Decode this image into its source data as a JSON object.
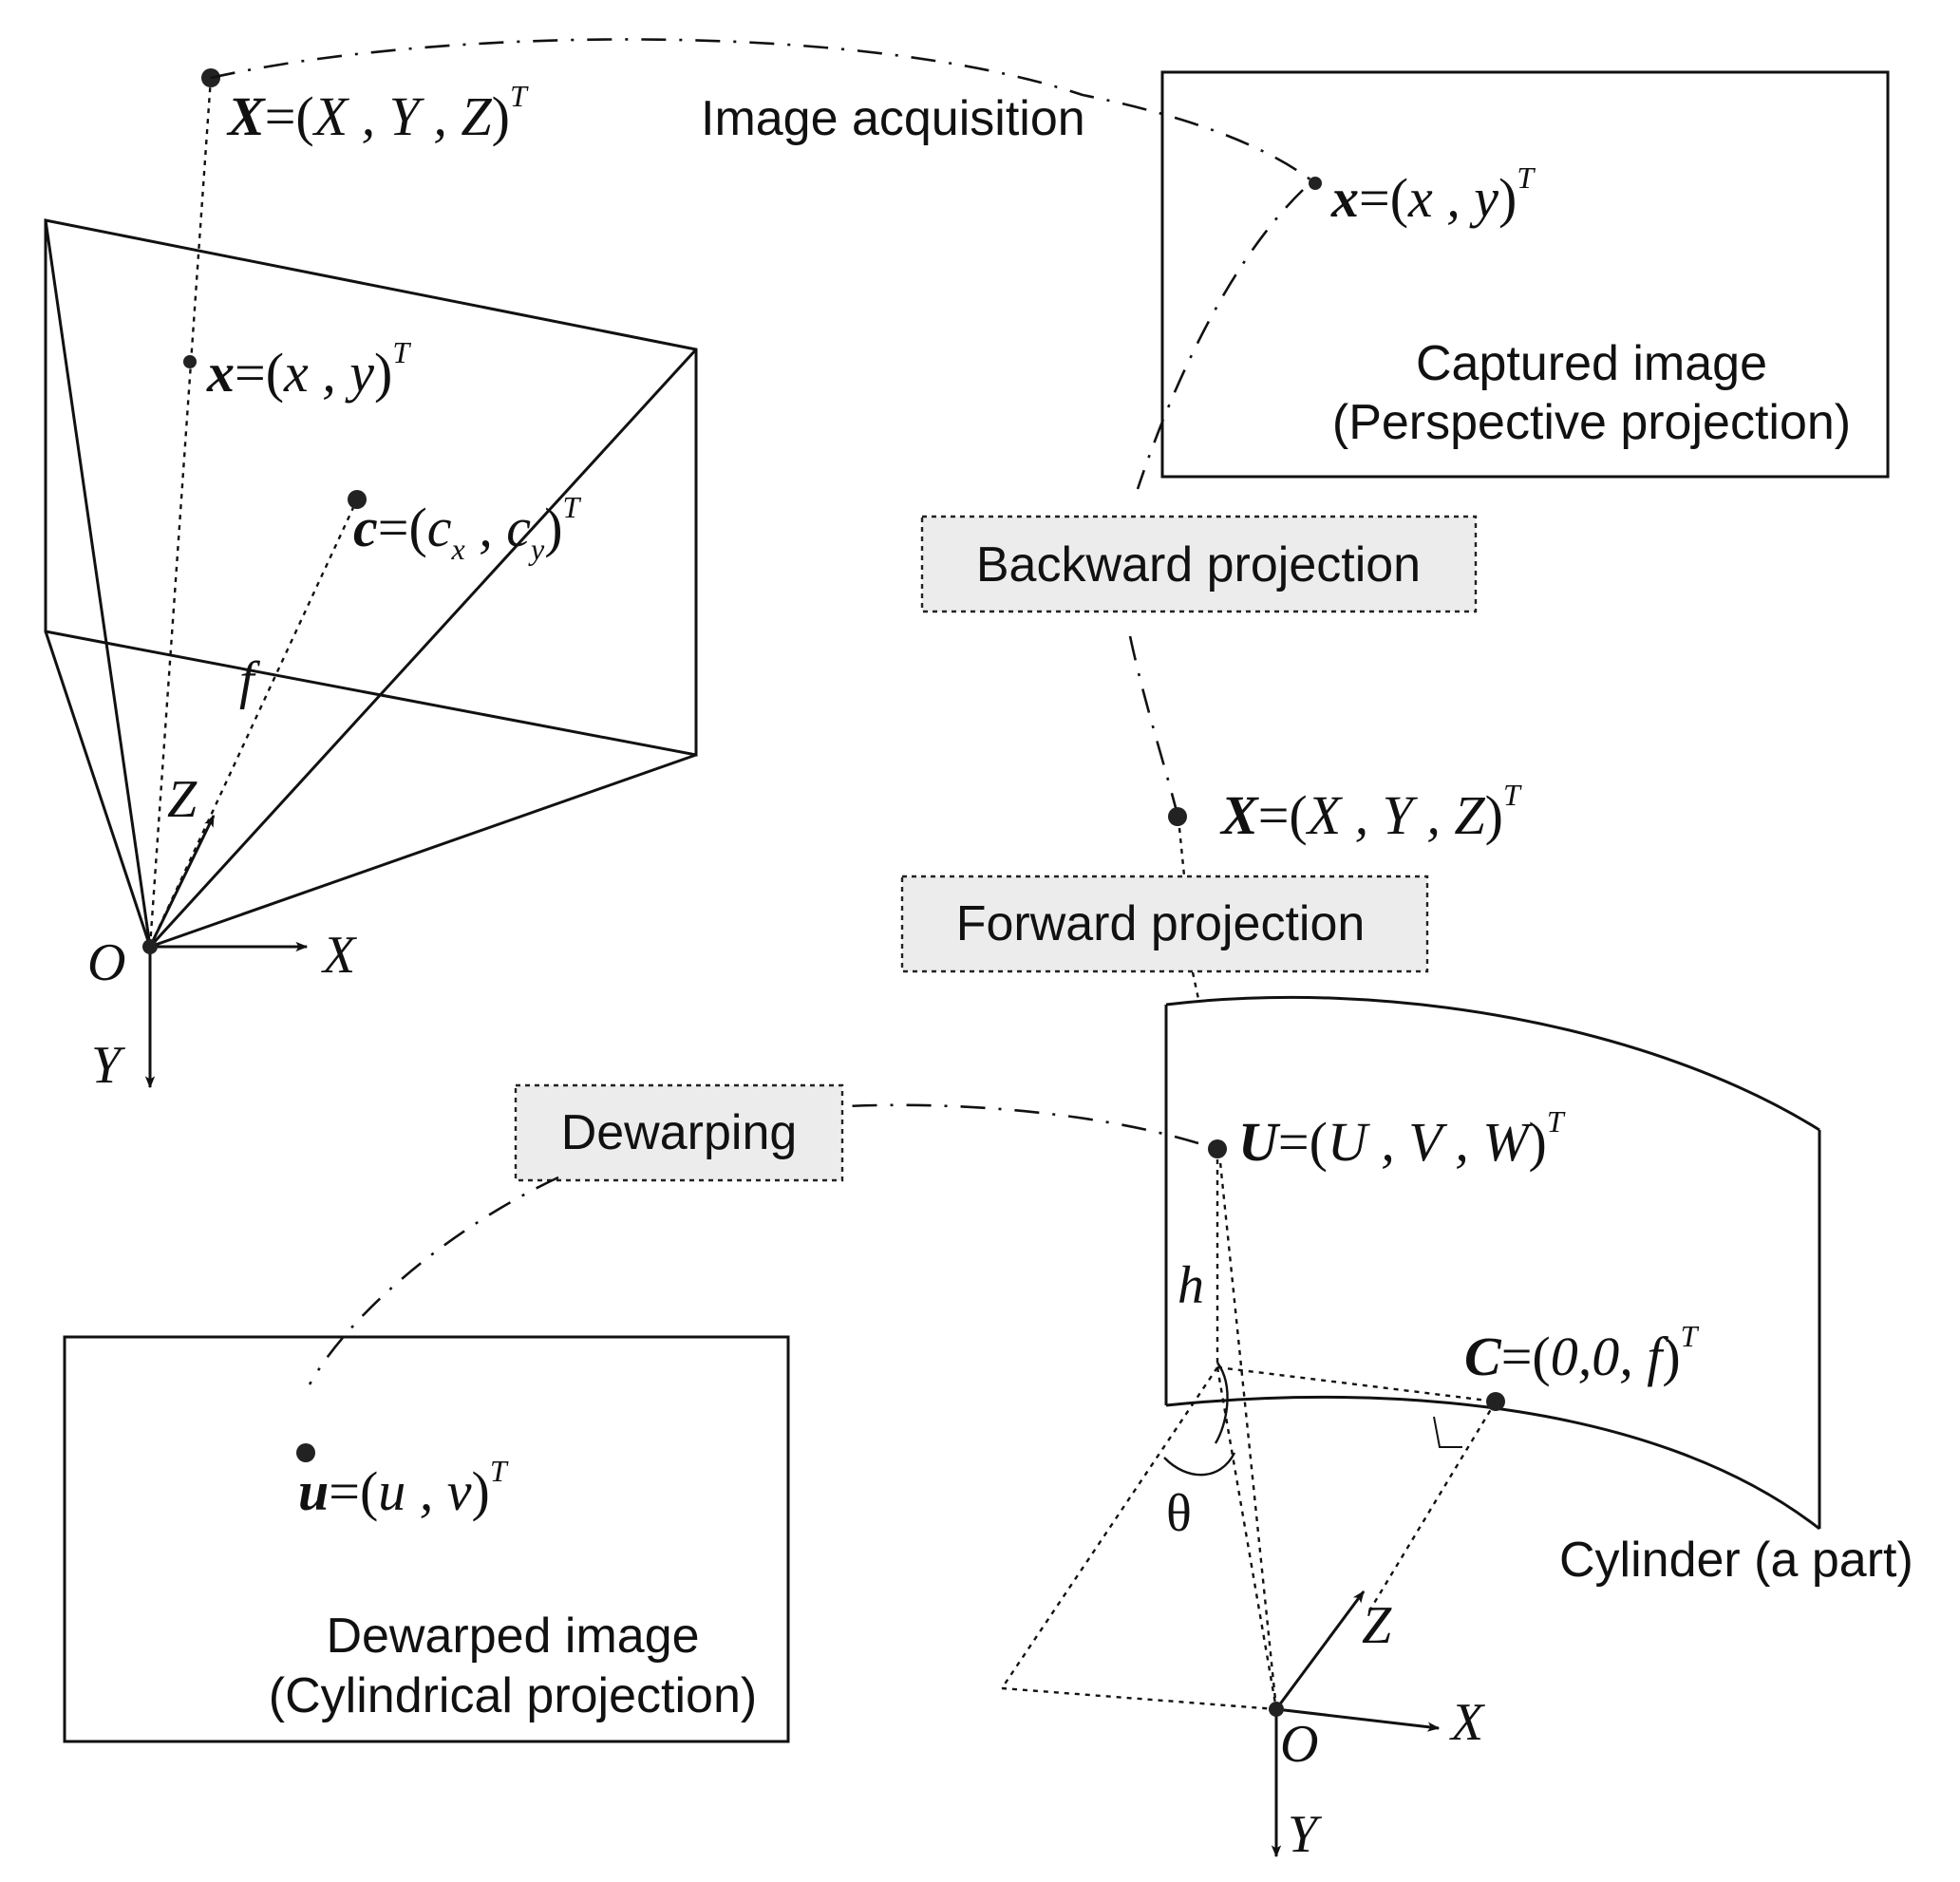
{
  "labels": {
    "image_acquisition": "Image acquisition",
    "captured_image_line1": "Captured image",
    "captured_image_line2": "(Perspective projection)",
    "backward_projection": "Backward projection",
    "forward_projection": "Forward projection",
    "dewarping": "Dewarping",
    "dewarped_image_line1": "Dewarped image",
    "dewarped_image_line2": "(Cylindrical projection)",
    "cylinder": "Cylinder (a part)"
  },
  "math": {
    "world_point_top": {
      "sym": "X",
      "eq": "=(",
      "body": "X , Y , Z",
      "close": ")",
      "sup": "T"
    },
    "image_point_plane": {
      "sym": "x",
      "eq": "=(",
      "body": "x , y",
      "close": ")",
      "sup": "T"
    },
    "principal_point": {
      "sym": "c",
      "eq": "=(",
      "c1": "c",
      "s1": "x",
      "comma": " , ",
      "c2": "c",
      "s2": "y",
      "close": ")",
      "sup": "T"
    },
    "image_point_captured": {
      "sym": "x",
      "eq": "=(",
      "body": "x , y",
      "close": ")",
      "sup": "T"
    },
    "world_point_mid": {
      "sym": "X",
      "eq": "=(",
      "body": "X , Y , Z",
      "close": ")",
      "sup": "T"
    },
    "cylinder_point": {
      "sym": "U",
      "eq": "=(",
      "body": "U , V , W",
      "close": ")",
      "sup": "T"
    },
    "cylinder_center": {
      "sym": "C",
      "eq": "=(",
      "body": "0,0, f",
      "close": ")",
      "sup": "T"
    },
    "dewarped_point": {
      "sym": "u",
      "eq": "=(",
      "body": "u , v",
      "close": ")",
      "sup": "T"
    },
    "focal_length": "f",
    "height": "h",
    "angle": "θ"
  },
  "axes": {
    "left": {
      "origin": "O",
      "x": "X",
      "y": "Y",
      "z": "Z"
    },
    "right": {
      "origin": "O",
      "x": "X",
      "y": "Y",
      "z": "Z"
    }
  }
}
